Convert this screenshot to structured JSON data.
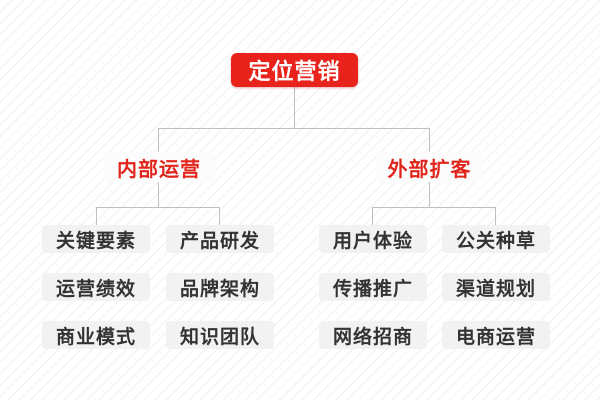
{
  "colors": {
    "root_bg_red": "#e8231c",
    "branch_text_red": "#e1251b",
    "leaf_bg_gray": "#f2f2f2",
    "leaf_text": "#333333",
    "connector_gray": "#bfbfbf",
    "background_stripe": "#f0f0f4"
  },
  "tree": {
    "root": {
      "label": "定位营销"
    },
    "branches": [
      {
        "label": "内部运营",
        "columns": [
          {
            "items": [
              "关键要素",
              "运营绩效",
              "商业模式"
            ]
          },
          {
            "items": [
              "产品研发",
              "品牌架构",
              "知识团队"
            ]
          }
        ]
      },
      {
        "label": "外部扩客",
        "columns": [
          {
            "items": [
              "用户体验",
              "传播推广",
              "网络招商"
            ]
          },
          {
            "items": [
              "公关种草",
              "渠道规划",
              "电商运营"
            ]
          }
        ]
      }
    ]
  }
}
